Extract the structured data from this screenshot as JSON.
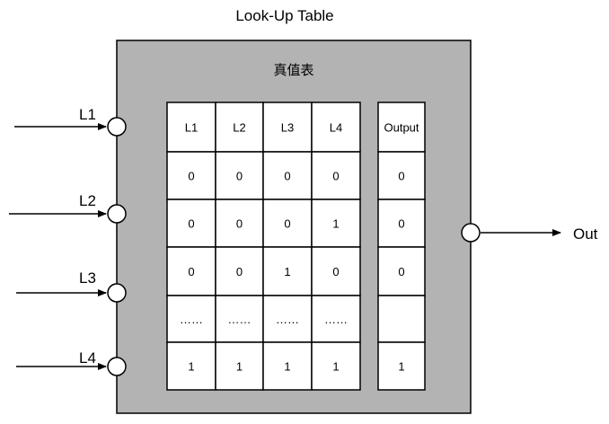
{
  "title": "Look-Up Table",
  "inner_title": "真值表",
  "inputs": [
    "L1",
    "L2",
    "L3",
    "L4"
  ],
  "output_label": "Out",
  "table": {
    "headers": [
      "L1",
      "L2",
      "L3",
      "L4"
    ],
    "rows": [
      [
        "0",
        "0",
        "0",
        "0"
      ],
      [
        "0",
        "0",
        "0",
        "1"
      ],
      [
        "0",
        "0",
        "1",
        "0"
      ],
      [
        "……",
        "……",
        "……",
        "……"
      ],
      [
        "1",
        "1",
        "1",
        "1"
      ]
    ]
  },
  "output_column": {
    "header": "Output",
    "values": [
      "0",
      "0",
      "0",
      "",
      "1"
    ]
  },
  "colors": {
    "block_fill": "#b3b3b3",
    "stroke": "#000000",
    "cell_fill": "#ffffff"
  }
}
